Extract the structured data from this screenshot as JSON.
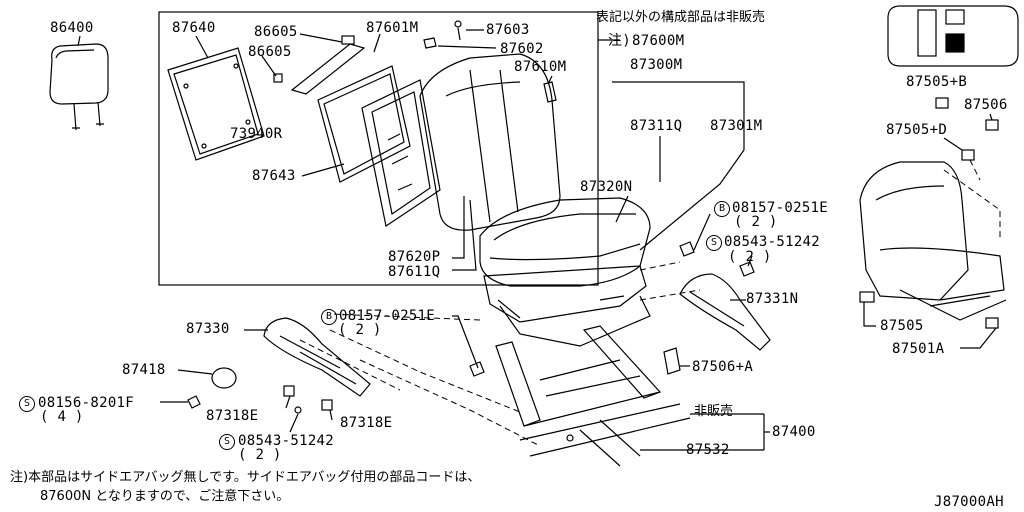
{
  "note_top": "表記以外の構成部品は非販売",
  "note_label_prefix": "注)",
  "parts": {
    "p86400": "86400",
    "p87640": "87640",
    "p86605a": "86605",
    "p86605b": "86605",
    "p87601M": "87601M",
    "p87603": "87603",
    "p87602": "87602",
    "p87600M": "87600M",
    "p87610M": "87610M",
    "p73940R": "73940R",
    "p87643": "87643",
    "p87300M": "87300M",
    "p87311Q": "87311Q",
    "p87301M": "87301M",
    "p87320N": "87320N",
    "p87620P": "87620P",
    "p87611Q": "87611Q",
    "b08157a": "08157-0251E",
    "b08157a_qty": "( 2 )",
    "s08543a": "08543-51242",
    "s08543a_qty": "( 2 )",
    "p87331N": "87331N",
    "p87330": "87330",
    "b08157b": "08157-0251E",
    "b08157b_qty": "( 2 )",
    "p87418": "87418",
    "s08156": "08156-8201F",
    "s08156_qty": "( 4 )",
    "p87318Ea": "87318E",
    "p87318Eb": "87318E",
    "s08543b": "08543-51242",
    "s08543b_qty": "( 2 )",
    "p87506A": "87506+A",
    "hihanbai": "非販売",
    "p87400": "87400",
    "p87532": "87532",
    "p87505B": "87505+B",
    "p87506": "87506",
    "p87505D": "87505+D",
    "p87505": "87505",
    "p87501A": "87501A"
  },
  "symbols": {
    "b": "B",
    "s": "S"
  },
  "footnote_line1": "注)本部品はサイドエアバッグ無しです。サイドエアバッグ付用の部品コードは、",
  "footnote_line2": "87600N となりますので、ご注意下さい。",
  "diagram_code": "J87000AH"
}
